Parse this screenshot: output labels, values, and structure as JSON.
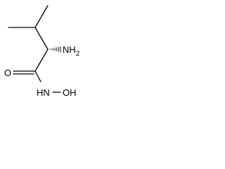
{
  "molecule": {
    "atoms": {
      "nh2": "NH2",
      "carbonyl_oxygen": "O",
      "hydroxamic_nh": "HN",
      "hydroxyl": "OH"
    }
  },
  "colors": {
    "ink": "#000000",
    "background": "#ffffff"
  }
}
